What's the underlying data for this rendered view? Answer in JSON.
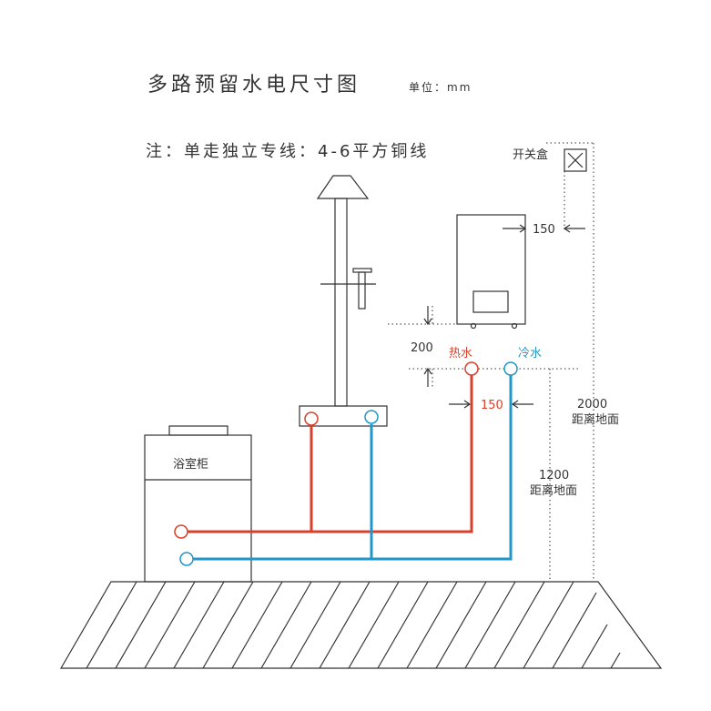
{
  "title": "多路预留水电尺寸图",
  "unit": "单位：mm",
  "note": "注：单走独立专线：4-6平方铜线",
  "switch_box": "开关盒",
  "cabinet": "浴室柜",
  "hot_water": "热水",
  "cold_water": "冷水",
  "dims": {
    "heater_offset": "150",
    "outlet_gap": "200",
    "pipe_spacing": "150",
    "switch_height": "2000",
    "switch_height_desc": "距离地面",
    "outlet_height": "1200",
    "outlet_height_desc": "距离地面"
  },
  "colors": {
    "hot": "#d9402b",
    "cold": "#2196c9"
  }
}
